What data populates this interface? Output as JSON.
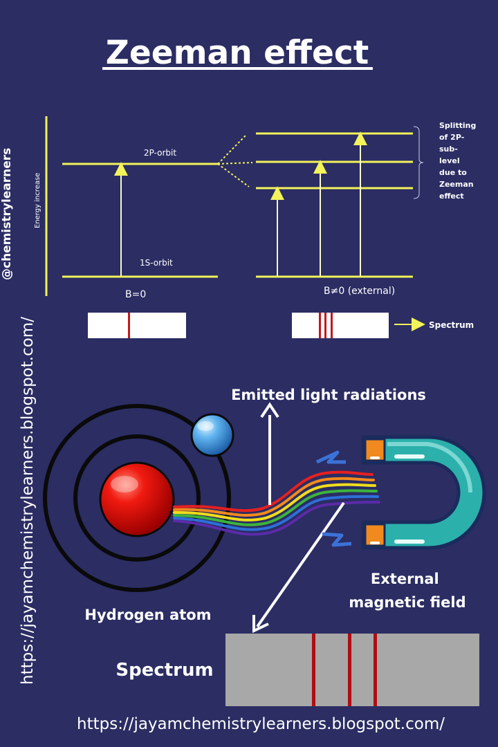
{
  "title": "Zeeman effect",
  "vertical_handle": "@chemistrylearners",
  "vertical_url": "https://jayamchemistrylearners.blogspot.com/",
  "footer_url": "https://jayamchemistrylearners.blogspot.com/",
  "energy_diagram": {
    "axis_label": "Energy increase",
    "upper_level_label": "2P-orbit",
    "lower_level_label": "1S-orbit",
    "field_off_label": "B=0",
    "field_on_label": "B≠0 (external)",
    "splitting_note": [
      "Splitting",
      "of 2P-",
      "sub-",
      "level",
      "due to",
      "Zeeman",
      "effect"
    ],
    "spectrum_label": "Spectrum",
    "field_off_lines": 1,
    "field_on_lines": 3
  },
  "atom_scene": {
    "emitted_label": "Emitted light radiations",
    "atom_label": "Hydrogen atom",
    "magnet_label": [
      "External",
      "magnetic field"
    ],
    "spectrum_label": "Spectrum",
    "spectrum_lines": 3
  },
  "colors": {
    "background": "#2b2d63",
    "energy_levels": "#f3f35a",
    "spectral_line": "#c8141b",
    "nucleus": "#e01010",
    "electron": "#4aa3e8",
    "magnet": "#2aa8a8"
  }
}
